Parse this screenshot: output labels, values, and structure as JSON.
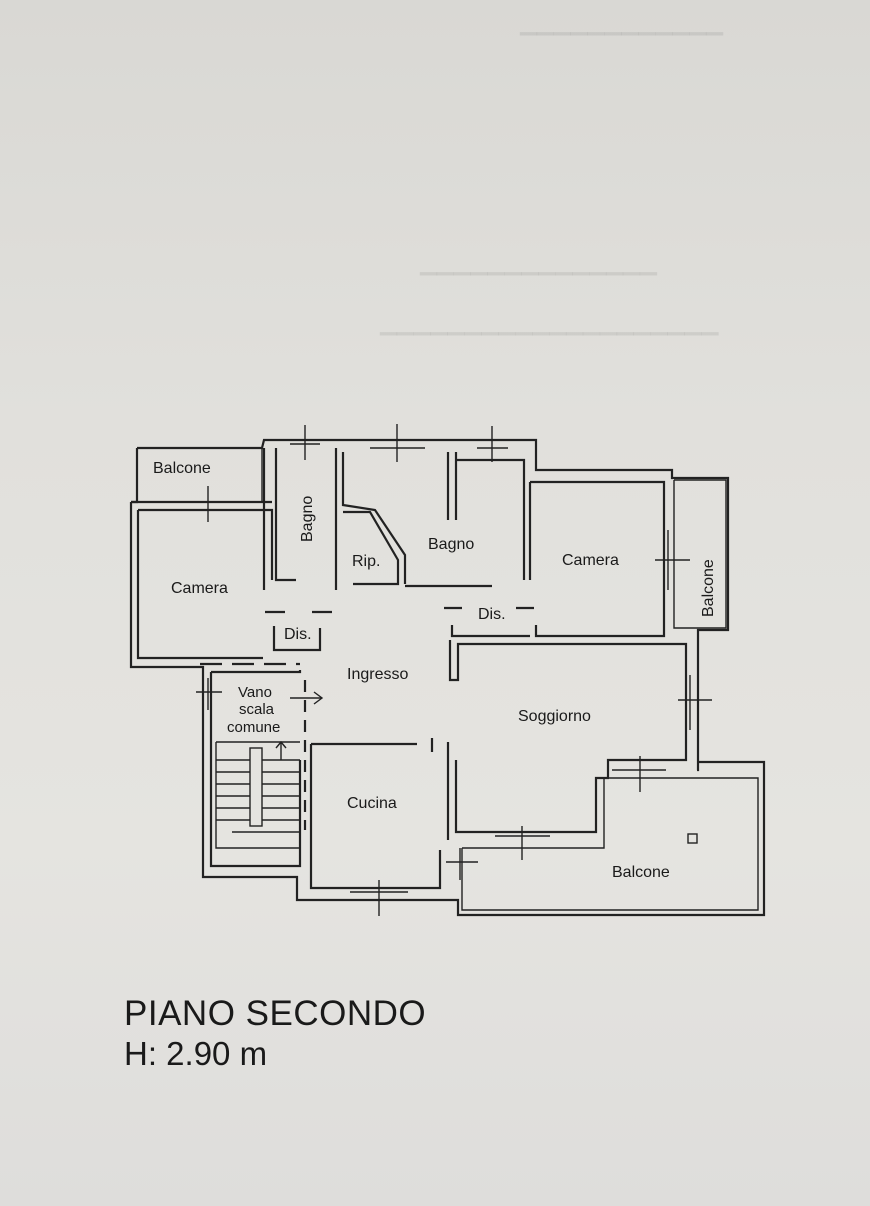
{
  "rooms": {
    "balcone_nw": "Balcone",
    "camera_w": "Camera",
    "bagno_1": "Bagno",
    "rip": "Rip.",
    "bagno_2": "Bagno",
    "camera_e": "Camera",
    "balcone_e": "Balcone",
    "dis_1": "Dis.",
    "dis_2": "Dis.",
    "ingresso": "Ingresso",
    "vano_1": "Vano",
    "vano_2": "scala",
    "vano_3": "comune",
    "soggiorno": "Soggiorno",
    "cucina": "Cucina",
    "balcone_se": "Balcone"
  },
  "caption": {
    "title": "PIANO SECONDO",
    "height": "H: 2.90 m"
  }
}
